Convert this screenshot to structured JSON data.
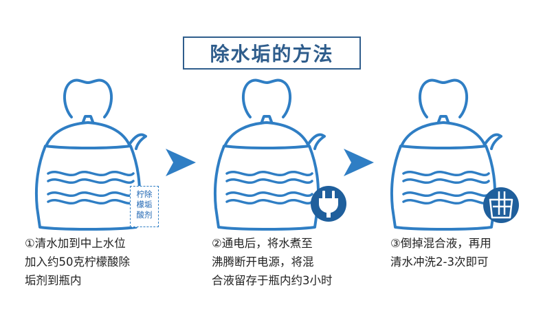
{
  "title": "除水垢的方法",
  "colors": {
    "primary": "#2f7ec4",
    "title_border": "#2f5d8c",
    "dark_badge": "#1f5f9c"
  },
  "steps": [
    {
      "icon": "kettle-icon",
      "badge": "",
      "lines": [
        "①清水加到中上水位",
        "加入约50克柠檬酸除",
        "垢剂到瓶内"
      ]
    },
    {
      "icon": "kettle-icon",
      "badge": "plug-icon",
      "lines": [
        "②通电后，将水煮至",
        "沸腾断开电源，将混",
        "合液留存于瓶内约3小时"
      ]
    },
    {
      "icon": "kettle-icon",
      "badge": "cup-with-water-icon",
      "lines": [
        "③倒掉混合液，再用",
        "清水冲洗2-3次即可"
      ]
    }
  ],
  "label_tag": {
    "line1": "柠除",
    "line2": "檬垢",
    "line3": "酸剂"
  },
  "arrows": [
    "arrow-right-icon",
    "arrow-right-icon"
  ]
}
